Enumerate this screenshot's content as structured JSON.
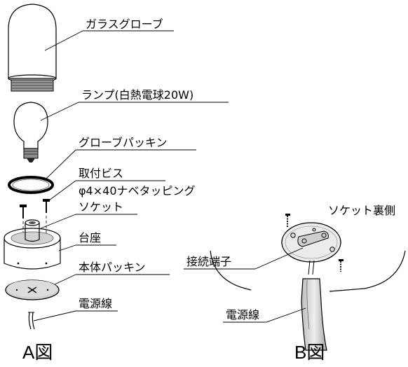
{
  "diagram_a": {
    "caption": "A図",
    "labels": {
      "glass_globe": "ガラスグローブ",
      "lamp": "ランプ(白熱電球20W)",
      "globe_packing": "グローブパッキン",
      "mount_screw": "取付ビス",
      "screw_spec": "φ4×40ナベタッピング",
      "socket": "ソケット",
      "base": "台座",
      "body_packing": "本体パッキン",
      "power_cord": "電源線"
    }
  },
  "diagram_b": {
    "caption": "B図",
    "labels": {
      "socket_back": "ソケット裏側",
      "terminal": "接続端子",
      "power_cord": "電源線"
    }
  }
}
